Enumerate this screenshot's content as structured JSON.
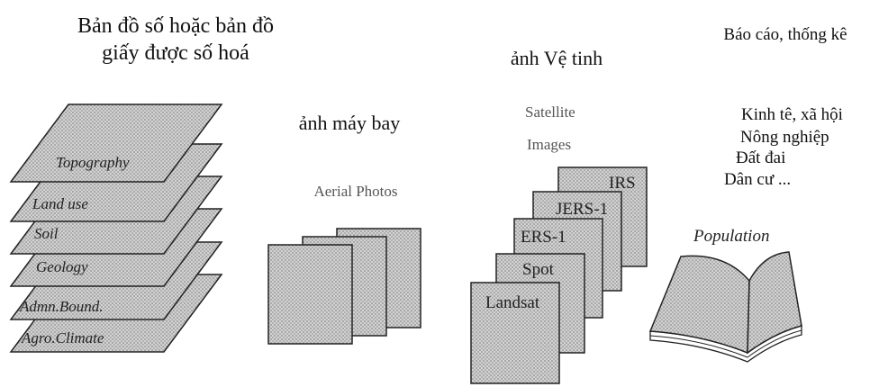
{
  "colors": {
    "background": "#ffffff",
    "panel_fill": "#c8c8c8",
    "stroke": "#222222",
    "text": "#111111",
    "muted_text": "#555555"
  },
  "captions": {
    "digital_map_line1": "Bản đồ số hoặc bản đồ",
    "digital_map_line2": "giấy được số hoá",
    "satellite_vn": "ảnh Vệ tinh",
    "aerial_vn": "ảnh máy bay",
    "reports": "Báo cáo, thống kê",
    "report_items": [
      "Kinh tê, xã hội",
      "Nông nghiệp",
      "Đất đai",
      "Dân cư ..."
    ]
  },
  "map_layers": [
    "Topography",
    "Land use",
    "Soil",
    "Geology",
    "Admn.Bound.",
    "Agro.Climate"
  ],
  "aerial": {
    "title": "Aerial Photos"
  },
  "satellite": {
    "title_line1": "Satellite",
    "title_line2": "Images",
    "cards": [
      "IRS",
      "JERS-1",
      "ERS-1",
      "Spot",
      "Landsat"
    ]
  },
  "book": {
    "label": "Population"
  }
}
